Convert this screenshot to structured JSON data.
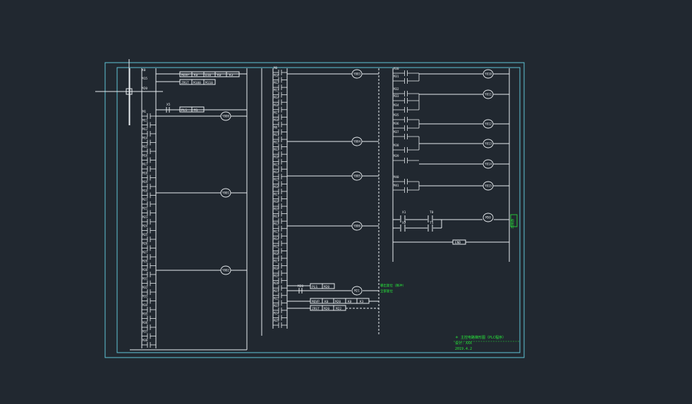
{
  "colors": {
    "background": "#212830",
    "frame": "#5fc3d6",
    "wire": "#e8ecef",
    "annotation": "#27e83a"
  },
  "cursor": {
    "icon": "crosshair-cursor-icon"
  },
  "column1": {
    "top_contacts": [
      "X0",
      "M15"
    ],
    "instructions": [
      {
        "op": "MOVP",
        "args": [
          "K0",
          "D10",
          "K0",
          "K3"
        ]
      },
      {
        "op": "ZRST",
        "args": [
          "M100",
          "M110"
        ]
      }
    ],
    "block_contact": "M20",
    "branch_contacts": [
      "X5"
    ],
    "set_instruction": {
      "op": "PLS",
      "args": [
        "M1"
      ]
    },
    "contacts": [
      "M1",
      "M11",
      "M12",
      "M14",
      "M15",
      "M16",
      "M17",
      "M18",
      "M19",
      "M10",
      "M21",
      "M22",
      "M23",
      "M24",
      "M25",
      "M26",
      "M27",
      "M28",
      "M30",
      "M31",
      "M32",
      "M33",
      "M34",
      "M35",
      "M36",
      "M37",
      "M38"
    ],
    "coils": [
      "Y000",
      "Y001",
      "Y002"
    ]
  },
  "column2": {
    "contacts": [
      "M0",
      "M10",
      "M12",
      "M13",
      "M14",
      "M16",
      "M17",
      "M18",
      "M8",
      "M11",
      "M12",
      "M13",
      "M10",
      "M13",
      "M14",
      "M15",
      "M16",
      "M17",
      "M18",
      "M19",
      "M11",
      "M12",
      "M13",
      "M14",
      "M15",
      "M16",
      "M17",
      "M18",
      "M19",
      "M20",
      "M21",
      "M22",
      "M23",
      "M24",
      "M25"
    ],
    "coils": [
      "Y003",
      "Y004",
      "Y005",
      "Y006",
      "M21"
    ],
    "pulse_contact": "M20",
    "instructions": [
      {
        "op": "PLS",
        "args": [
          "M20"
        ]
      },
      {
        "op": "MOVP",
        "args": [
          "K0",
          "M20",
          "K0",
          "K3"
        ]
      },
      {
        "op": "ZRST",
        "args": [
          "M20",
          "M22"
        ]
      }
    ],
    "annotations": [
      "输出复位（脉冲）",
      "全部复位"
    ]
  },
  "column3": {
    "contacts": [
      "M30",
      "M31",
      "M32",
      "M33",
      "M34",
      "M35",
      "M36",
      "M37",
      "M38",
      "M39",
      "M40",
      "M41",
      "X1",
      "X2"
    ],
    "timer_contacts": [
      "T0",
      "T1"
    ],
    "coils": [
      "Y010",
      "Y011",
      "Y012",
      "Y013",
      "Y014",
      "Y015",
      "M50"
    ],
    "end_instruction": "END",
    "annotation_vertical": "指示灯"
  },
  "title_block": {
    "line1": "＊ 主控电路梯形图（PLC程序）",
    "line2": "设计：XXX",
    "line3": "2019.4.2"
  }
}
